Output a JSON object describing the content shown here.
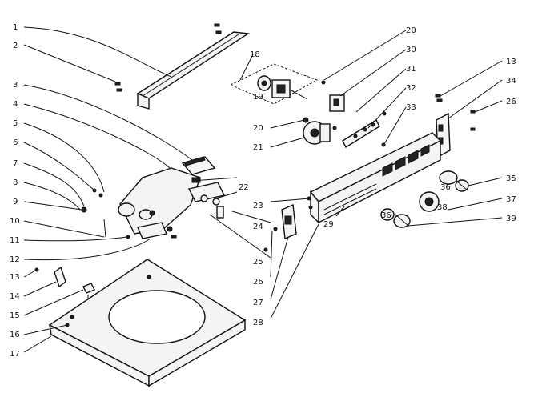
{
  "diagram": {
    "labels": [
      "1",
      "2",
      "3",
      "4",
      "5",
      "6",
      "7",
      "8",
      "9",
      "10",
      "11",
      "12",
      "13",
      "14",
      "15",
      "16",
      "17",
      "18",
      "19",
      "20",
      "20",
      "21",
      "22",
      "23",
      "24",
      "25",
      "26",
      "27",
      "28",
      "29",
      "13",
      "34",
      "26",
      "30",
      "31",
      "32",
      "33",
      "35",
      "36",
      "36",
      "37",
      "38",
      "39"
    ]
  }
}
